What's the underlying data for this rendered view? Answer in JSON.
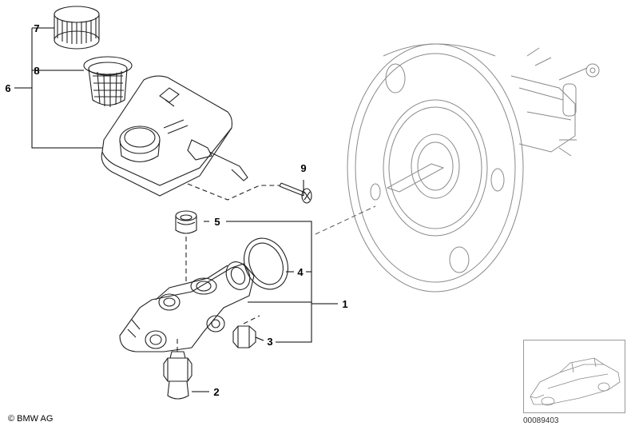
{
  "callouts": [
    "1",
    "2",
    "3",
    "4",
    "5",
    "6",
    "7",
    "8",
    "9"
  ],
  "copyright": "© BMW AG",
  "part_number": "00089403"
}
